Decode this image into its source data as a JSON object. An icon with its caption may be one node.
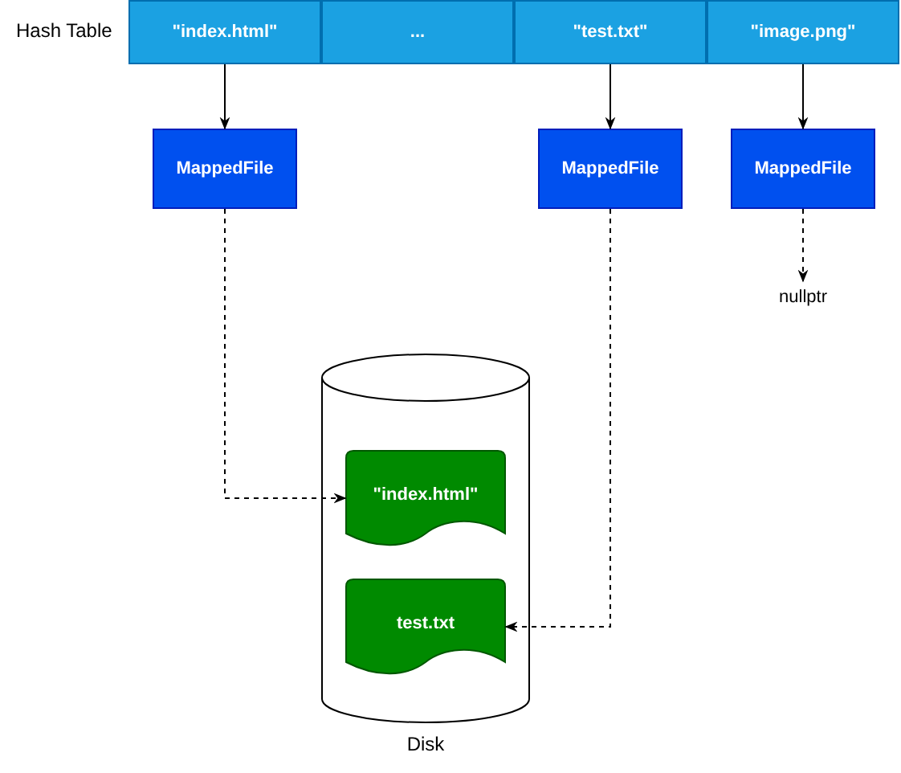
{
  "diagram": {
    "nodes": [
      {
        "text": [
          "\"index.html\""
        ]
      },
      {
        "text": [
          "..."
        ]
      },
      {
        "text": [
          "\"test.txt\""
        ]
      },
      {
        "text": [
          "\"image.png\""
        ]
      },
      {
        "text": [
          "MappedFile"
        ]
      },
      {
        "text": [
          "MappedFile"
        ]
      },
      {
        "text": [
          "MappedFile"
        ]
      },
      {
        "text": [
          "nullptr"
        ]
      },
      {
        "text": [
          "Disk"
        ]
      },
      {
        "text": [
          "\"index.html\""
        ],
        "in": 8
      },
      {
        "text": [
          "test.txt"
        ],
        "in": 8
      }
    ],
    "edges": [
      {
        "from": 0,
        "to": 4,
        "arrow": "to"
      },
      {
        "from": 2,
        "to": 5,
        "arrow": "to"
      },
      {
        "from": 3,
        "to": 6,
        "arrow": "to"
      },
      {
        "from": 6,
        "to": 7,
        "arrow": "to",
        "style": "dashed"
      },
      {
        "from": 4,
        "to": 9,
        "arrow": "to",
        "style": "dashed"
      },
      {
        "from": 5,
        "to": 10,
        "arrow": "to",
        "style": "dashed"
      }
    ],
    "labels": [
      "Hash Table"
    ]
  }
}
